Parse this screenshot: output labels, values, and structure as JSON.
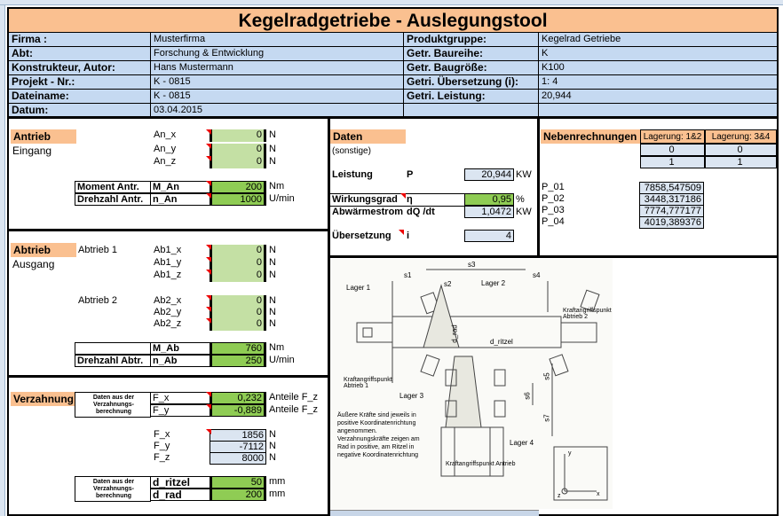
{
  "title": "Kegelradgetriebe - Auslegungstool",
  "info": {
    "left": [
      {
        "label": "Firma :",
        "value": "Musterfirma"
      },
      {
        "label": "Abt:",
        "value": "Forschung & Entwicklung"
      },
      {
        "label": "Konstrukteur, Autor:",
        "value": "Hans Mustermann"
      },
      {
        "label": "Projekt - Nr.:",
        "value": "K - 0815"
      },
      {
        "label": "Dateiname:",
        "value": "K - 0815"
      },
      {
        "label": "Datum:",
        "value": "03.04.2015"
      }
    ],
    "right": [
      {
        "label": "Produktgruppe:",
        "value": "Kegelrad Getriebe"
      },
      {
        "label": "Getr. Baureihe:",
        "value": "K"
      },
      {
        "label": "Getr. Baugröße:",
        "value": "K100"
      },
      {
        "label": "Getri. Übersetzung (i):",
        "value": "1: 4"
      },
      {
        "label": "Getri. Leistung:",
        "value": "20,944"
      }
    ]
  },
  "antrieb": {
    "header": "Antrieb",
    "sub": "Eingang",
    "forces": [
      {
        "label": "An_x",
        "value": "0",
        "unit": "N"
      },
      {
        "label": "An_y",
        "value": "0",
        "unit": "N"
      },
      {
        "label": "An_z",
        "value": "0",
        "unit": "N"
      }
    ],
    "rows": [
      {
        "name": "Moment Antr.",
        "sym": "M_An",
        "value": "200",
        "unit": "Nm"
      },
      {
        "name": "Drehzahl Antr.",
        "sym": "n_An",
        "value": "1000",
        "unit": "U/min"
      }
    ]
  },
  "abtrieb": {
    "header": "Abtrieb",
    "sub": "Ausgang",
    "out1": "Abtrieb 1",
    "out2": "Abtrieb 2",
    "forces1": [
      {
        "label": "Ab1_x",
        "value": "0",
        "unit": "N"
      },
      {
        "label": "Ab1_y",
        "value": "0",
        "unit": "N"
      },
      {
        "label": "Ab1_z",
        "value": "0",
        "unit": "N"
      }
    ],
    "forces2": [
      {
        "label": "Ab2_x",
        "value": "0",
        "unit": "N"
      },
      {
        "label": "Ab2_y",
        "value": "0",
        "unit": "N"
      },
      {
        "label": "Ab2_z",
        "value": "0",
        "unit": "N"
      }
    ],
    "rows": [
      {
        "name": "",
        "sym": "M_Ab",
        "value": "760",
        "unit": "Nm"
      },
      {
        "name": "Drehzahl Abtr.",
        "sym": "n_Ab",
        "value": "250",
        "unit": "U/min"
      }
    ]
  },
  "verzahnung": {
    "header": "Verzahnung",
    "note": "Daten aus der Verzahnungs-berechnung",
    "ratios": [
      {
        "label": "F_x",
        "value": "0,232",
        "unit": "Anteile F_z"
      },
      {
        "label": "F_y",
        "value": "-0,889",
        "unit": "Anteile F_z"
      }
    ],
    "forces": [
      {
        "label": "F_x",
        "value": "1856",
        "unit": "N"
      },
      {
        "label": "F_y",
        "value": "-7112",
        "unit": "N"
      },
      {
        "label": "F_z",
        "value": "8000",
        "unit": "N"
      }
    ],
    "diam": [
      {
        "label": "d_ritzel",
        "value": "50",
        "unit": "mm"
      },
      {
        "label": "d_rad",
        "value": "200",
        "unit": "mm"
      }
    ]
  },
  "daten": {
    "header": "Daten",
    "sub": "(sonstige)",
    "leistung": {
      "name": "Leistung",
      "sym": "P",
      "value": "20,944",
      "unit": "KW"
    },
    "wirkungsgrad": {
      "name": "Wirkungsgrad",
      "sym": "η",
      "value": "0,95",
      "unit": "%"
    },
    "abwaerme": {
      "name": "Abwärmestrom",
      "sym": "dQ /dt",
      "value": "1,0472",
      "unit": "KW"
    },
    "uebersetzung": {
      "name": "Übersetzung",
      "sym": "i",
      "value": "4"
    }
  },
  "neben": {
    "header": "Nebenrechnungen",
    "cols": [
      "Lagerung: 1&2",
      "Lagerung: 3&4"
    ],
    "rows": [
      [
        "0",
        "0"
      ],
      [
        "1",
        "1"
      ]
    ],
    "p": [
      {
        "label": "P_01",
        "value": "7858,547509"
      },
      {
        "label": "P_02",
        "value": "3448,317186"
      },
      {
        "label": "P_03",
        "value": "7774,777177"
      },
      {
        "label": "P_04",
        "value": "4019,389376"
      }
    ]
  },
  "drawing": {
    "s1": "s1",
    "s2": "s2",
    "s3": "s3",
    "s4": "s4",
    "s5": "s5",
    "s6": "s6",
    "s7": "s7",
    "lager1": "Lager 1",
    "lager2": "Lager 2",
    "lager3": "Lager 3",
    "lager4": "Lager 4",
    "drad": "d_rad",
    "dritzel": "d_ritzel",
    "kraft1": "Kraftangriffspunkt Abtrieb 1",
    "kraft2": "Kraftangriffspunkt Abtrieb 2",
    "kraftAn": "Kraftangriffspunkt Antrieb",
    "note": "Äußere Kräfte sind jeweils in positive Koordinatenrichtung angenommen. Verzahnungskräfte zeigen am Rad in positive, am Ritzel in negative Koordinatenrichtung",
    "axisY": "y",
    "axisX": "x",
    "axisZ": "z"
  }
}
